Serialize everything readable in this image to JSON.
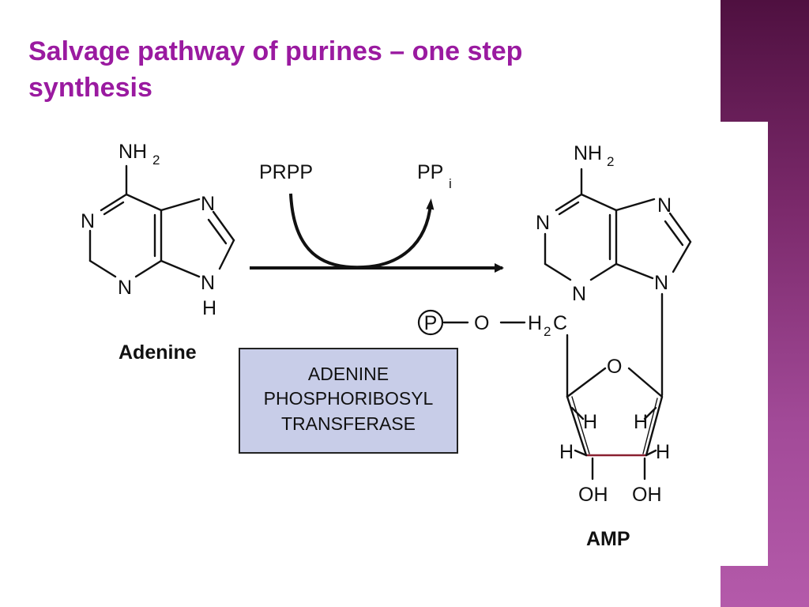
{
  "slide": {
    "title_line1": "Salvage pathway of purines  – one step",
    "title_line2": "synthesis",
    "colors": {
      "title": "#9a1aa0",
      "side_band": "#7c2a6c",
      "enzyme_box": "#c8cde8"
    }
  },
  "diagram": {
    "reactant": {
      "name": "Adenine",
      "amino": "NH",
      "amino_sub": "2",
      "n1": "N",
      "n3": "N",
      "n7": "N",
      "n9": "N",
      "h9": "H"
    },
    "cofactor_in": "PRPP",
    "cofactor_out": "PP",
    "cofactor_out_sub": "i",
    "enzyme": {
      "line1": "ADENINE",
      "line2": "PHOSPHORIBOSYL",
      "line3": "TRANSFERASE"
    },
    "product": {
      "name": "AMP",
      "amino": "NH",
      "amino_sub": "2",
      "n1": "N",
      "n3": "N",
      "n7": "N",
      "n9": "N",
      "phosphate": "P",
      "oxygen_link": "O",
      "ch2": "H",
      "ch2_sub": "2",
      "ch2_c": "C",
      "ring_o": "O",
      "h_c1_up": "H",
      "h_c4_up": "H",
      "h_c3_side": "H",
      "h_c2_side": "H",
      "oh_c3": "OH",
      "oh_c2": "OH"
    }
  }
}
